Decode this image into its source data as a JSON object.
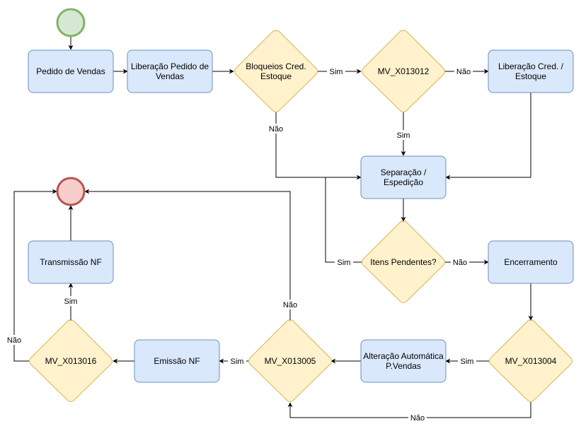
{
  "colors": {
    "process_fill": "#dae8fc",
    "process_stroke": "#6c8ebf",
    "decision_fill": "#fff2cc",
    "decision_stroke": "#d6b656",
    "start_fill": "#d5e8d4",
    "start_stroke": "#82b366",
    "end_fill": "#f8cecc",
    "end_stroke": "#b85450",
    "edge": "#000000"
  },
  "nodes": {
    "pedido": {
      "line1": "Pedido de Vendas"
    },
    "liberacao_pedido": {
      "line1": "Liberação Pedido de",
      "line2": "Vendas"
    },
    "bloqueios": {
      "line1": "Bloqueios Cred.",
      "line2": "Estoque"
    },
    "mv_x013012": {
      "line1": "MV_X013012"
    },
    "liberacao_cred": {
      "line1": "Liberação Cred. /",
      "line2": "Estoque"
    },
    "separacao": {
      "line1": "Separação /",
      "line2": "Espedição"
    },
    "itens_pendentes": {
      "line1": "Itens Pendentes?"
    },
    "encerramento": {
      "line1": "Encerramento"
    },
    "mv_x013004": {
      "line1": "MV_X013004"
    },
    "alteracao": {
      "line1": "Alteração Automática",
      "line2": "P.Vendas"
    },
    "mv_x013005": {
      "line1": "MV_X013005"
    },
    "emissao": {
      "line1": "Emissão NF"
    },
    "mv_x013016": {
      "line1": "MV_X013016"
    },
    "transmissao": {
      "line1": "Transmissão NF"
    }
  },
  "edge_labels": {
    "bloqueios_sim": "Sim",
    "bloqueios_nao": "Não",
    "x013012_nao": "Não",
    "x013012_sim": "Sim",
    "itens_sim": "Sim",
    "itens_nao": "Não",
    "x013004_sim": "Sim",
    "x013004_nao": "Não",
    "x013005_sim": "Sim",
    "x013005_nao": "Não",
    "x013016_sim": "Sim",
    "x013016_nao": "Não"
  }
}
